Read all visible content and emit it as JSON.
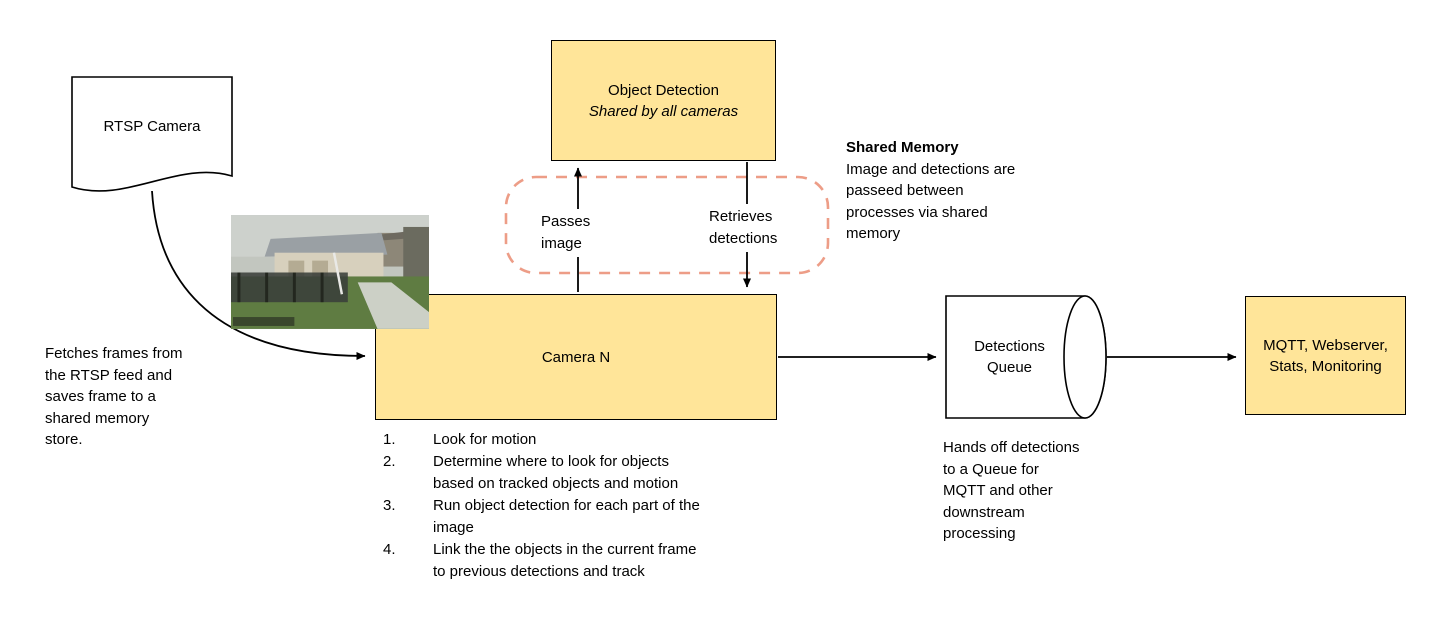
{
  "diagram": {
    "colors": {
      "box_fill": "#FFE599",
      "box_border": "#000000",
      "dashed_outline": "#ED9D87",
      "arrow": "#000000"
    },
    "rtsp": {
      "label": "RTSP Camera"
    },
    "fetch_note": [
      "Fetches frames from",
      "the RTSP feed and",
      "saves frame to a",
      "shared memory",
      "store."
    ],
    "object_detection": {
      "title": "Object Detection",
      "subtitle": "Shared by all cameras"
    },
    "edge_labels": {
      "passes_image": [
        "Passes",
        "image"
      ],
      "retrieves_detections": [
        "Retrieves",
        "detections"
      ]
    },
    "shared_memory_note": {
      "title": "Shared Memory",
      "body": [
        "Image and detections are",
        "passeed between",
        "processes via shared",
        "memory"
      ]
    },
    "camera_n": {
      "label": "Camera N",
      "steps": [
        {
          "num": "1.",
          "lines": [
            "Look for motion"
          ]
        },
        {
          "num": "2.",
          "lines": [
            "Determine where to look for objects",
            "based on tracked objects and motion"
          ]
        },
        {
          "num": "3.",
          "lines": [
            "Run object detection for each part of the",
            "image"
          ]
        },
        {
          "num": "4.",
          "lines": [
            "Link the the objects in the current frame",
            "to previous detections and track"
          ]
        }
      ]
    },
    "queue": {
      "label": [
        "Detections",
        "Queue"
      ],
      "note": [
        "Hands off detections",
        "to a Queue for",
        "MQTT and other",
        "downstream",
        "processing"
      ]
    },
    "outputs": {
      "label": [
        "MQTT, Webserver,",
        "Stats, Monitoring"
      ]
    }
  }
}
